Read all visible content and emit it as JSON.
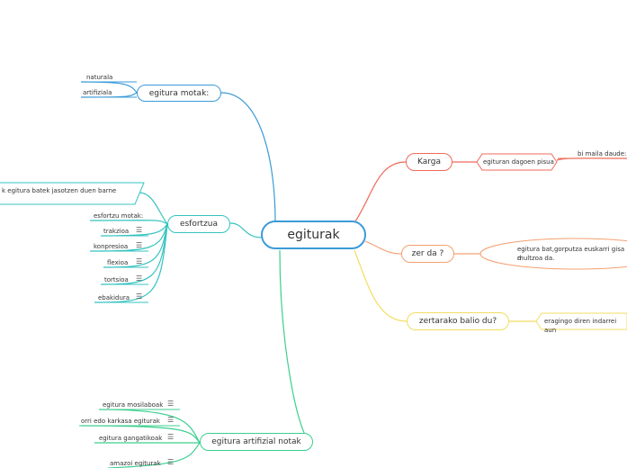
{
  "root": {
    "label": "egiturak"
  },
  "colors": {
    "blue": "#3b9bd8",
    "teal": "#35c3c0",
    "green": "#3ccf8f",
    "red": "#ef6a5a",
    "orange": "#f4a070",
    "yellow": "#f2dd60"
  },
  "icons": {
    "notes": "notes-icon"
  },
  "egitura_motak": {
    "label": "egitura motak:",
    "children": [
      "naturala",
      "artifiziala"
    ]
  },
  "esfortzua": {
    "label": "esfortzua",
    "note": "k egitura batek jasotzen duen barne",
    "children": [
      "esfortzu motak:",
      "trakzioa",
      "konpresioa",
      "flexioa",
      "tortsioa",
      "ebakidura"
    ]
  },
  "egitura_artifizial_notak": {
    "label": "egitura artifizial notak",
    "children": [
      "egitura mosilaboak",
      "orri edo karkasa egiturak",
      "egitura gangatikoak",
      "amazoi egiturak"
    ]
  },
  "karga": {
    "label": "Karga",
    "child": "egituran dagoen pisua",
    "grandchild": "bi maila daude:"
  },
  "zer_da": {
    "label": "zer da ?",
    "definition_line1": "egitura bat,gorputza euskarri gisa d",
    "definition_line2": "multzoa da."
  },
  "zertarako": {
    "label": "zertarako balio du?",
    "child": "eragingo diren indarrei aun"
  }
}
